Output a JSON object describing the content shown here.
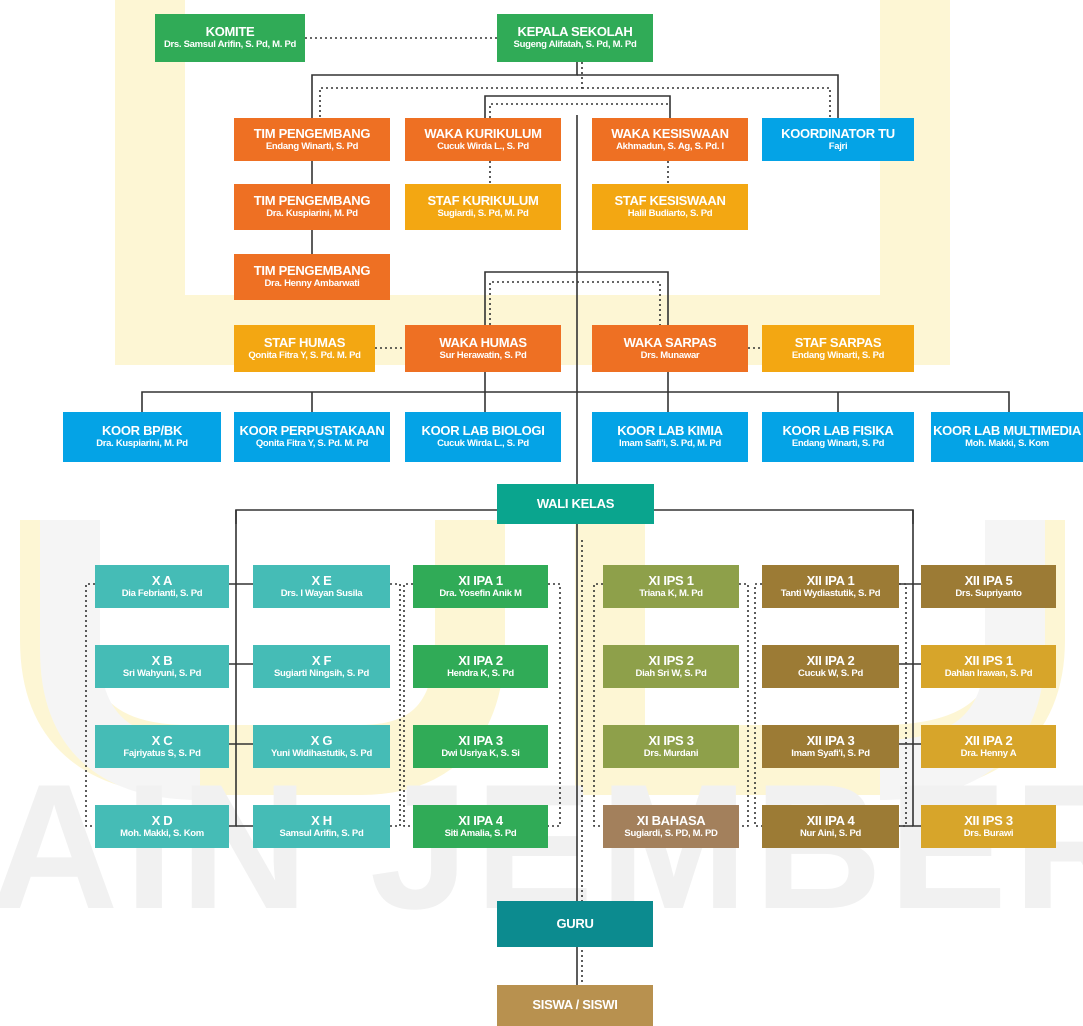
{
  "watermark": {
    "text": "IAIN JEMBER",
    "color": "#fdf6d4",
    "color_text": "#f1f1f1"
  },
  "top": {
    "komite": {
      "title": "KOMITE",
      "name": "Drs. Samsul Arifin, S. Pd, M. Pd"
    },
    "kepala": {
      "title": "KEPALA SEKOLAH",
      "name": "Sugeng Alifatah, S. Pd, M. Pd"
    }
  },
  "tier2": {
    "tim1": {
      "title": "TIM PENGEMBANG",
      "name": "Endang Winarti, S. Pd"
    },
    "waka_kur": {
      "title": "WAKA KURIKULUM",
      "name": "Cucuk Wirda L., S. Pd"
    },
    "waka_kes": {
      "title": "WAKA KESISWAAN",
      "name": "Akhmadun, S. Ag, S. Pd. I"
    },
    "koor_tu": {
      "title": "KOORDINATOR TU",
      "name": "Fajri"
    },
    "tim2": {
      "title": "TIM PENGEMBANG",
      "name": "Dra. Kuspiarini, M. Pd"
    },
    "staf_kur": {
      "title": "STAF KURIKULUM",
      "name": "Sugiardi, S. Pd, M. Pd"
    },
    "staf_kes": {
      "title": "STAF KESISWAAN",
      "name": "Halil Budiarto, S. Pd"
    },
    "tim3": {
      "title": "TIM PENGEMBANG",
      "name": "Dra. Henny Ambarwati"
    }
  },
  "tier3": {
    "staf_humas": {
      "title": "STAF HUMAS",
      "name": "Qonita Fitra Y, S. Pd. M. Pd"
    },
    "waka_humas": {
      "title": "WAKA HUMAS",
      "name": "Sur Herawatin, S. Pd"
    },
    "waka_sarpas": {
      "title": "WAKA SARPAS",
      "name": "Drs. Munawar"
    },
    "staf_sarpas": {
      "title": "STAF SARPAS",
      "name": "Endang Winarti, S. Pd"
    }
  },
  "koor": [
    {
      "title": "KOOR BP/BK",
      "name": "Dra. Kuspiarini, M. Pd"
    },
    {
      "title": "KOOR PERPUSTAKAAN",
      "name": "Qonita Fitra Y, S. Pd. M. Pd"
    },
    {
      "title": "KOOR LAB BIOLOGI",
      "name": "Cucuk Wirda L., S. Pd"
    },
    {
      "title": "KOOR LAB KIMIA",
      "name": "Imam Safi'i, S. Pd, M. Pd"
    },
    {
      "title": "KOOR LAB FISIKA",
      "name": "Endang Winarti, S. Pd"
    },
    {
      "title": "KOOR LAB MULTIMEDIA",
      "name": "Moh. Makki, S. Kom"
    }
  ],
  "wali_kelas": {
    "title": "WALI KELAS"
  },
  "classes": [
    [
      {
        "title": "X A",
        "name": "Dia Febrianti, S. Pd"
      },
      {
        "title": "X B",
        "name": "Sri Wahyuni, S. Pd"
      },
      {
        "title": "X C",
        "name": "Fajriyatus S, S. Pd"
      },
      {
        "title": "X D",
        "name": "Moh. Makki, S. Kom"
      }
    ],
    [
      {
        "title": "X E",
        "name": "Drs. I Wayan Susila"
      },
      {
        "title": "X F",
        "name": "Sugiarti Ningsih, S. Pd"
      },
      {
        "title": "X G",
        "name": "Yuni Widihastutik, S. Pd"
      },
      {
        "title": "X H",
        "name": "Samsul Arifin, S. Pd"
      }
    ],
    [
      {
        "title": "XI IPA 1",
        "name": "Dra. Yosefin Anik M"
      },
      {
        "title": "XI IPA 2",
        "name": "Hendra K, S. Pd"
      },
      {
        "title": "XI IPA 3",
        "name": "Dwi Usriya K, S. Si"
      },
      {
        "title": "XI IPA 4",
        "name": "Siti Amalia, S. Pd"
      }
    ],
    [
      {
        "title": "XI IPS 1",
        "name": "Triana K, M. Pd"
      },
      {
        "title": "XI IPS 2",
        "name": "Diah Sri W, S. Pd"
      },
      {
        "title": "XI IPS 3",
        "name": "Drs. Murdani"
      },
      {
        "title": "XI BAHASA",
        "name": "Sugiardi, S. PD, M. PD"
      }
    ],
    [
      {
        "title": "XII IPA 1",
        "name": "Tanti Wydiastutik, S. Pd"
      },
      {
        "title": "XII IPA 2",
        "name": "Cucuk W, S. Pd"
      },
      {
        "title": "XII IPA 3",
        "name": "Imam Syafi'i, S. Pd"
      },
      {
        "title": "XII IPA 4",
        "name": "Nur Aini, S. Pd"
      }
    ],
    [
      {
        "title": "XII IPA 5",
        "name": "Drs. Supriyanto"
      },
      {
        "title": "XII IPS 1",
        "name": "Dahlan Irawan, S. Pd"
      },
      {
        "title": "XII IPA 2",
        "name": "Dra. Henny A"
      },
      {
        "title": "XII IPS 3",
        "name": "Drs. Burawi"
      }
    ]
  ],
  "guru": {
    "title": "GURU"
  },
  "siswa": {
    "title": "SISWA / SISWI"
  }
}
